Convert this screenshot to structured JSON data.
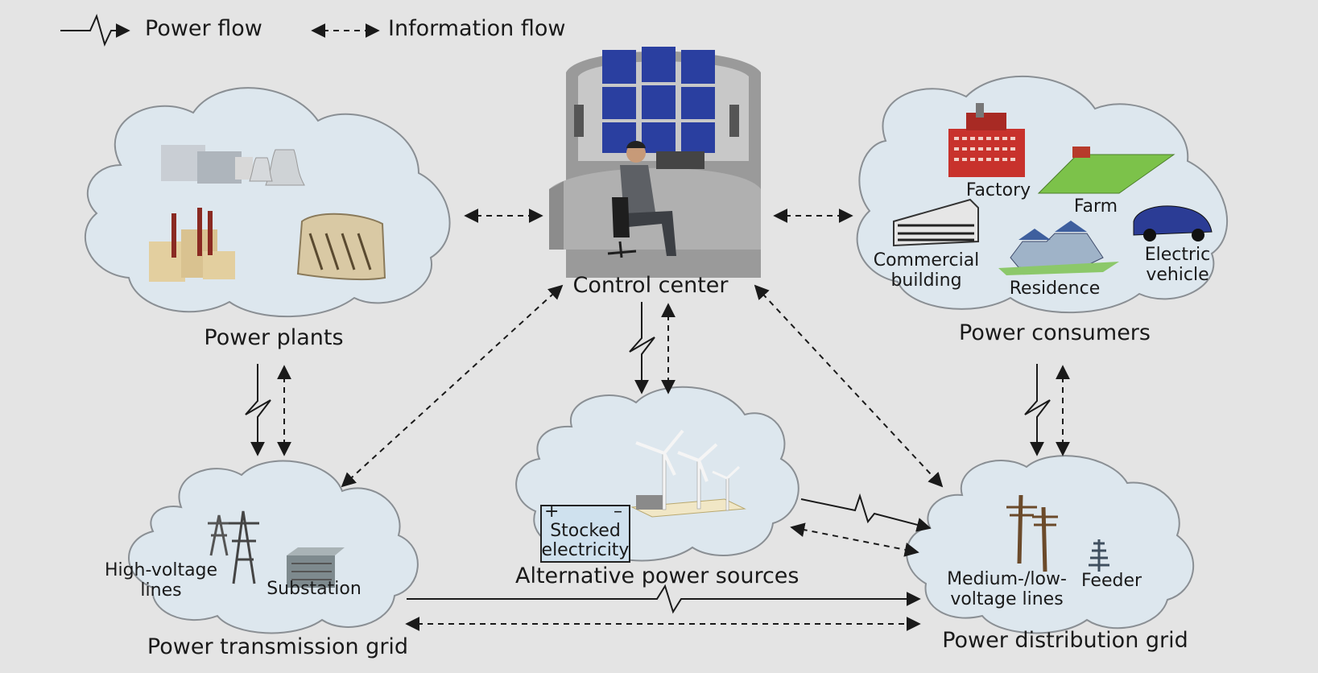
{
  "legend": {
    "power_flow": "Power flow",
    "information_flow": "Information flow"
  },
  "nodes": {
    "control_center": "Control center",
    "power_plants": "Power plants",
    "power_consumers": "Power consumers",
    "power_transmission_grid": "Power transmission grid",
    "alternative_power_sources": "Alternative power sources",
    "power_distribution_grid": "Power distribution grid"
  },
  "items": {
    "factory": "Factory",
    "farm": "Farm",
    "commercial_building_1": "Commercial",
    "commercial_building_2": "building",
    "residence": "Residence",
    "electric_vehicle_1": "Electric",
    "electric_vehicle_2": "vehicle",
    "high_voltage_1": "High-voltage",
    "high_voltage_2": "lines",
    "substation": "Substation",
    "stocked_1": "Stocked",
    "stocked_2": "electricity",
    "battery_plus": "+",
    "battery_minus": "–",
    "medium_low_1": "Medium-/low-",
    "medium_low_2": "voltage lines",
    "feeder": "Feeder"
  },
  "colors": {
    "background": "#e4e4e4",
    "cloud_fill": "#dde7ee",
    "cloud_stroke": "#8a8f94",
    "screen_blue": "#2a3fa0",
    "factory_red": "#c8322c",
    "farm_green": "#7cc24a",
    "arrow": "#1a1a1a"
  }
}
